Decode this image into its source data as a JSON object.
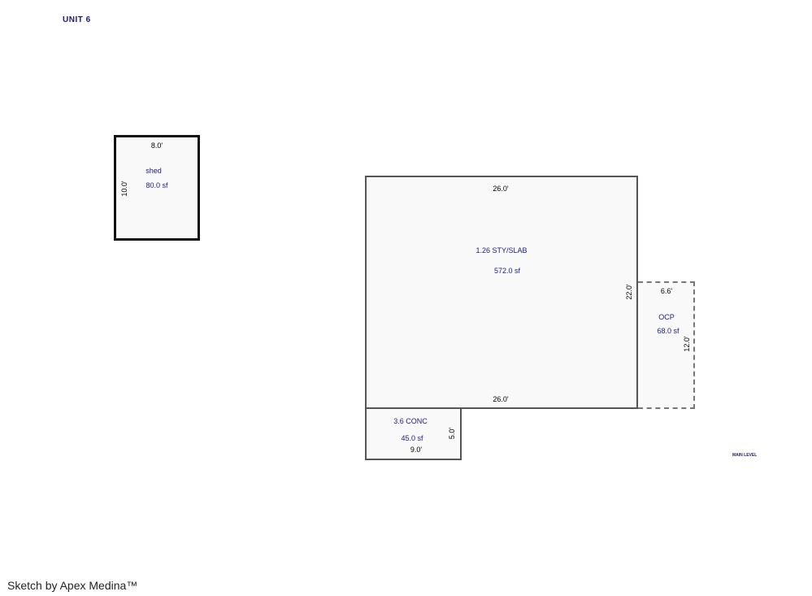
{
  "unit_label": "UNIT 6",
  "footer": "Sketch by Apex Medina™",
  "small_note": "MAIN LEVEL",
  "areas": {
    "shed": {
      "name": "shed",
      "area": "80.0 sf",
      "width": "8.0'",
      "depth": "10.0'"
    },
    "main": {
      "name": "1.26 STY/SLAB",
      "area": "572.0 sf",
      "top": "26.0'",
      "bottom": "26.0'",
      "side": "22.0'"
    },
    "ocp": {
      "name": "OCP",
      "area": "68.0 sf",
      "width": "6.6'",
      "depth": "12.0'"
    },
    "conc": {
      "name": "3.6 CONC",
      "area": "45.0 sf",
      "width": "9.0'",
      "depth": "5.0'"
    }
  }
}
